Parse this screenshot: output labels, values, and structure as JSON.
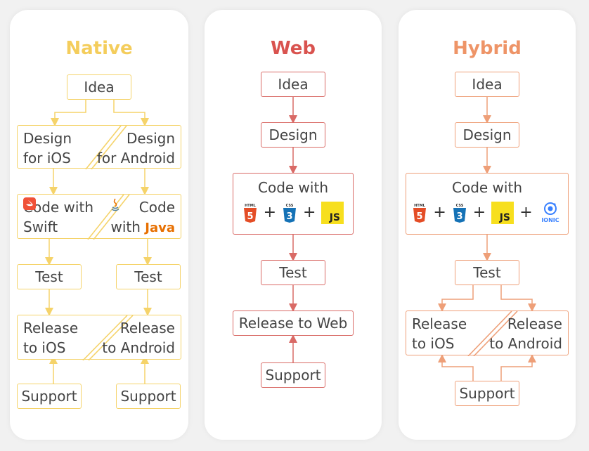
{
  "colors": {
    "native": "#f5d36a",
    "web": "#d96a66",
    "hybrid": "#ee9f78"
  },
  "native": {
    "title": "Native",
    "idea": "Idea",
    "design_ios_1": "Design",
    "design_ios_2": "for iOS",
    "design_android_1": "Design",
    "design_android_2": "for Android",
    "code_ios_1": "Code with",
    "code_ios_2": "Swift",
    "code_android_1": "Code",
    "code_android_2": "with",
    "code_android_3": "Java",
    "test_ios": "Test",
    "test_android": "Test",
    "release_ios_1": "Release",
    "release_ios_2": "to iOS",
    "release_android_1": "Release",
    "release_android_2": "to Android",
    "support_ios": "Support",
    "support_android": "Support"
  },
  "web": {
    "title": "Web",
    "idea": "Idea",
    "design": "Design",
    "code": "Code with",
    "icons": [
      "html5-icon",
      "css3-icon",
      "js-icon"
    ],
    "js_label": "JS",
    "html_label": "HTML",
    "css_label": "CSS",
    "test": "Test",
    "release": "Release to Web",
    "support": "Support"
  },
  "hybrid": {
    "title": "Hybrid",
    "idea": "Idea",
    "design": "Design",
    "code": "Code with",
    "icons": [
      "html5-icon",
      "css3-icon",
      "js-icon",
      "ionic-icon"
    ],
    "js_label": "JS",
    "html_label": "HTML",
    "css_label": "CSS",
    "ionic_label": "IONIC",
    "test": "Test",
    "release_ios_1": "Release",
    "release_ios_2": "to iOS",
    "release_android_1": "Release",
    "release_android_2": "to Android",
    "support": "Support"
  }
}
